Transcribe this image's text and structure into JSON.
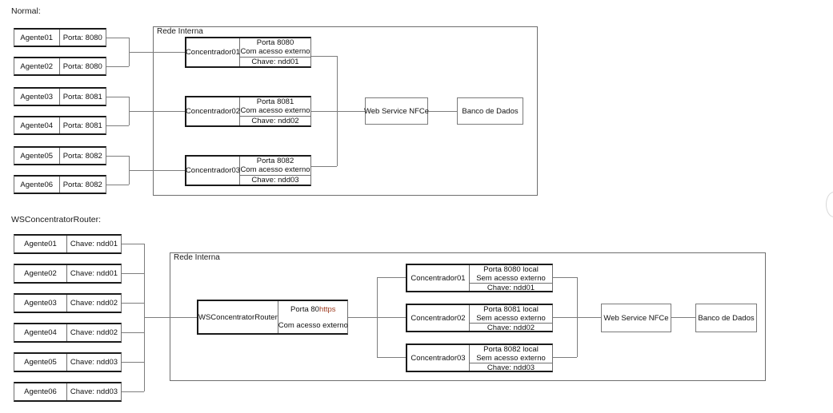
{
  "sections": {
    "top": {
      "caption": "Normal:",
      "frame_label": "Rede Interna",
      "agents": [
        {
          "name": "Agente01",
          "detail": "Porta: 8080"
        },
        {
          "name": "Agente02",
          "detail": "Porta: 8080"
        },
        {
          "name": "Agente03",
          "detail": "Porta: 8081"
        },
        {
          "name": "Agente04",
          "detail": "Porta: 8081"
        },
        {
          "name": "Agente05",
          "detail": "Porta: 8082"
        },
        {
          "name": "Agente06",
          "detail": "Porta: 8082"
        }
      ],
      "concentrators": [
        {
          "name": "Concentrador01",
          "porta": "Porta 8080",
          "acesso": "Com acesso externo",
          "chave": "Chave: ndd01"
        },
        {
          "name": "Concentrador02",
          "porta": "Porta 8081",
          "acesso": "Com acesso externo",
          "chave": "Chave: ndd02"
        },
        {
          "name": "Concentrador03",
          "porta": "Porta 8082",
          "acesso": "Com acesso externo",
          "chave": "Chave: ndd03"
        }
      ],
      "webservice": "Web Service NFCe",
      "database": "Banco de Dados"
    },
    "bottom": {
      "caption": "WSConcentratorRouter:",
      "frame_label": "Rede Interna",
      "agents": [
        {
          "name": "Agente01",
          "detail": "Chave: ndd01"
        },
        {
          "name": "Agente02",
          "detail": "Chave: ndd01"
        },
        {
          "name": "Agente03",
          "detail": "Chave: ndd02"
        },
        {
          "name": "Agente04",
          "detail": "Chave: ndd02"
        },
        {
          "name": "Agente05",
          "detail": "Chave: ndd03"
        },
        {
          "name": "Agente06",
          "detail": "Chave: ndd03"
        }
      ],
      "router": {
        "name": "WSConcentratorRouter",
        "porta_prefix": "Porta 80 ",
        "porta_protocol": "https",
        "acesso": "Com acesso externo"
      },
      "concentrators": [
        {
          "name": "Concentrador01",
          "porta": "Porta 8080 local",
          "acesso": "Sem acesso externo",
          "chave": "Chave: ndd01"
        },
        {
          "name": "Concentrador02",
          "porta": "Porta 8081 local",
          "acesso": "Sem acesso externo",
          "chave": "Chave: ndd02"
        },
        {
          "name": "Concentrador03",
          "porta": "Porta 8082 local",
          "acesso": "Sem acesso externo",
          "chave": "Chave: ndd03"
        }
      ],
      "webservice": "Web Service NFCe",
      "database": "Banco de Dados"
    }
  },
  "colors": {
    "box_stroke_heavy": "#1a1a1a",
    "box_stroke_light": "#6f6f6f",
    "connector": "#7d7d7d",
    "frame_stroke": "#6e6e6e",
    "spellcheck_highlight": "#9e3b1f",
    "background": "#ffffff"
  }
}
